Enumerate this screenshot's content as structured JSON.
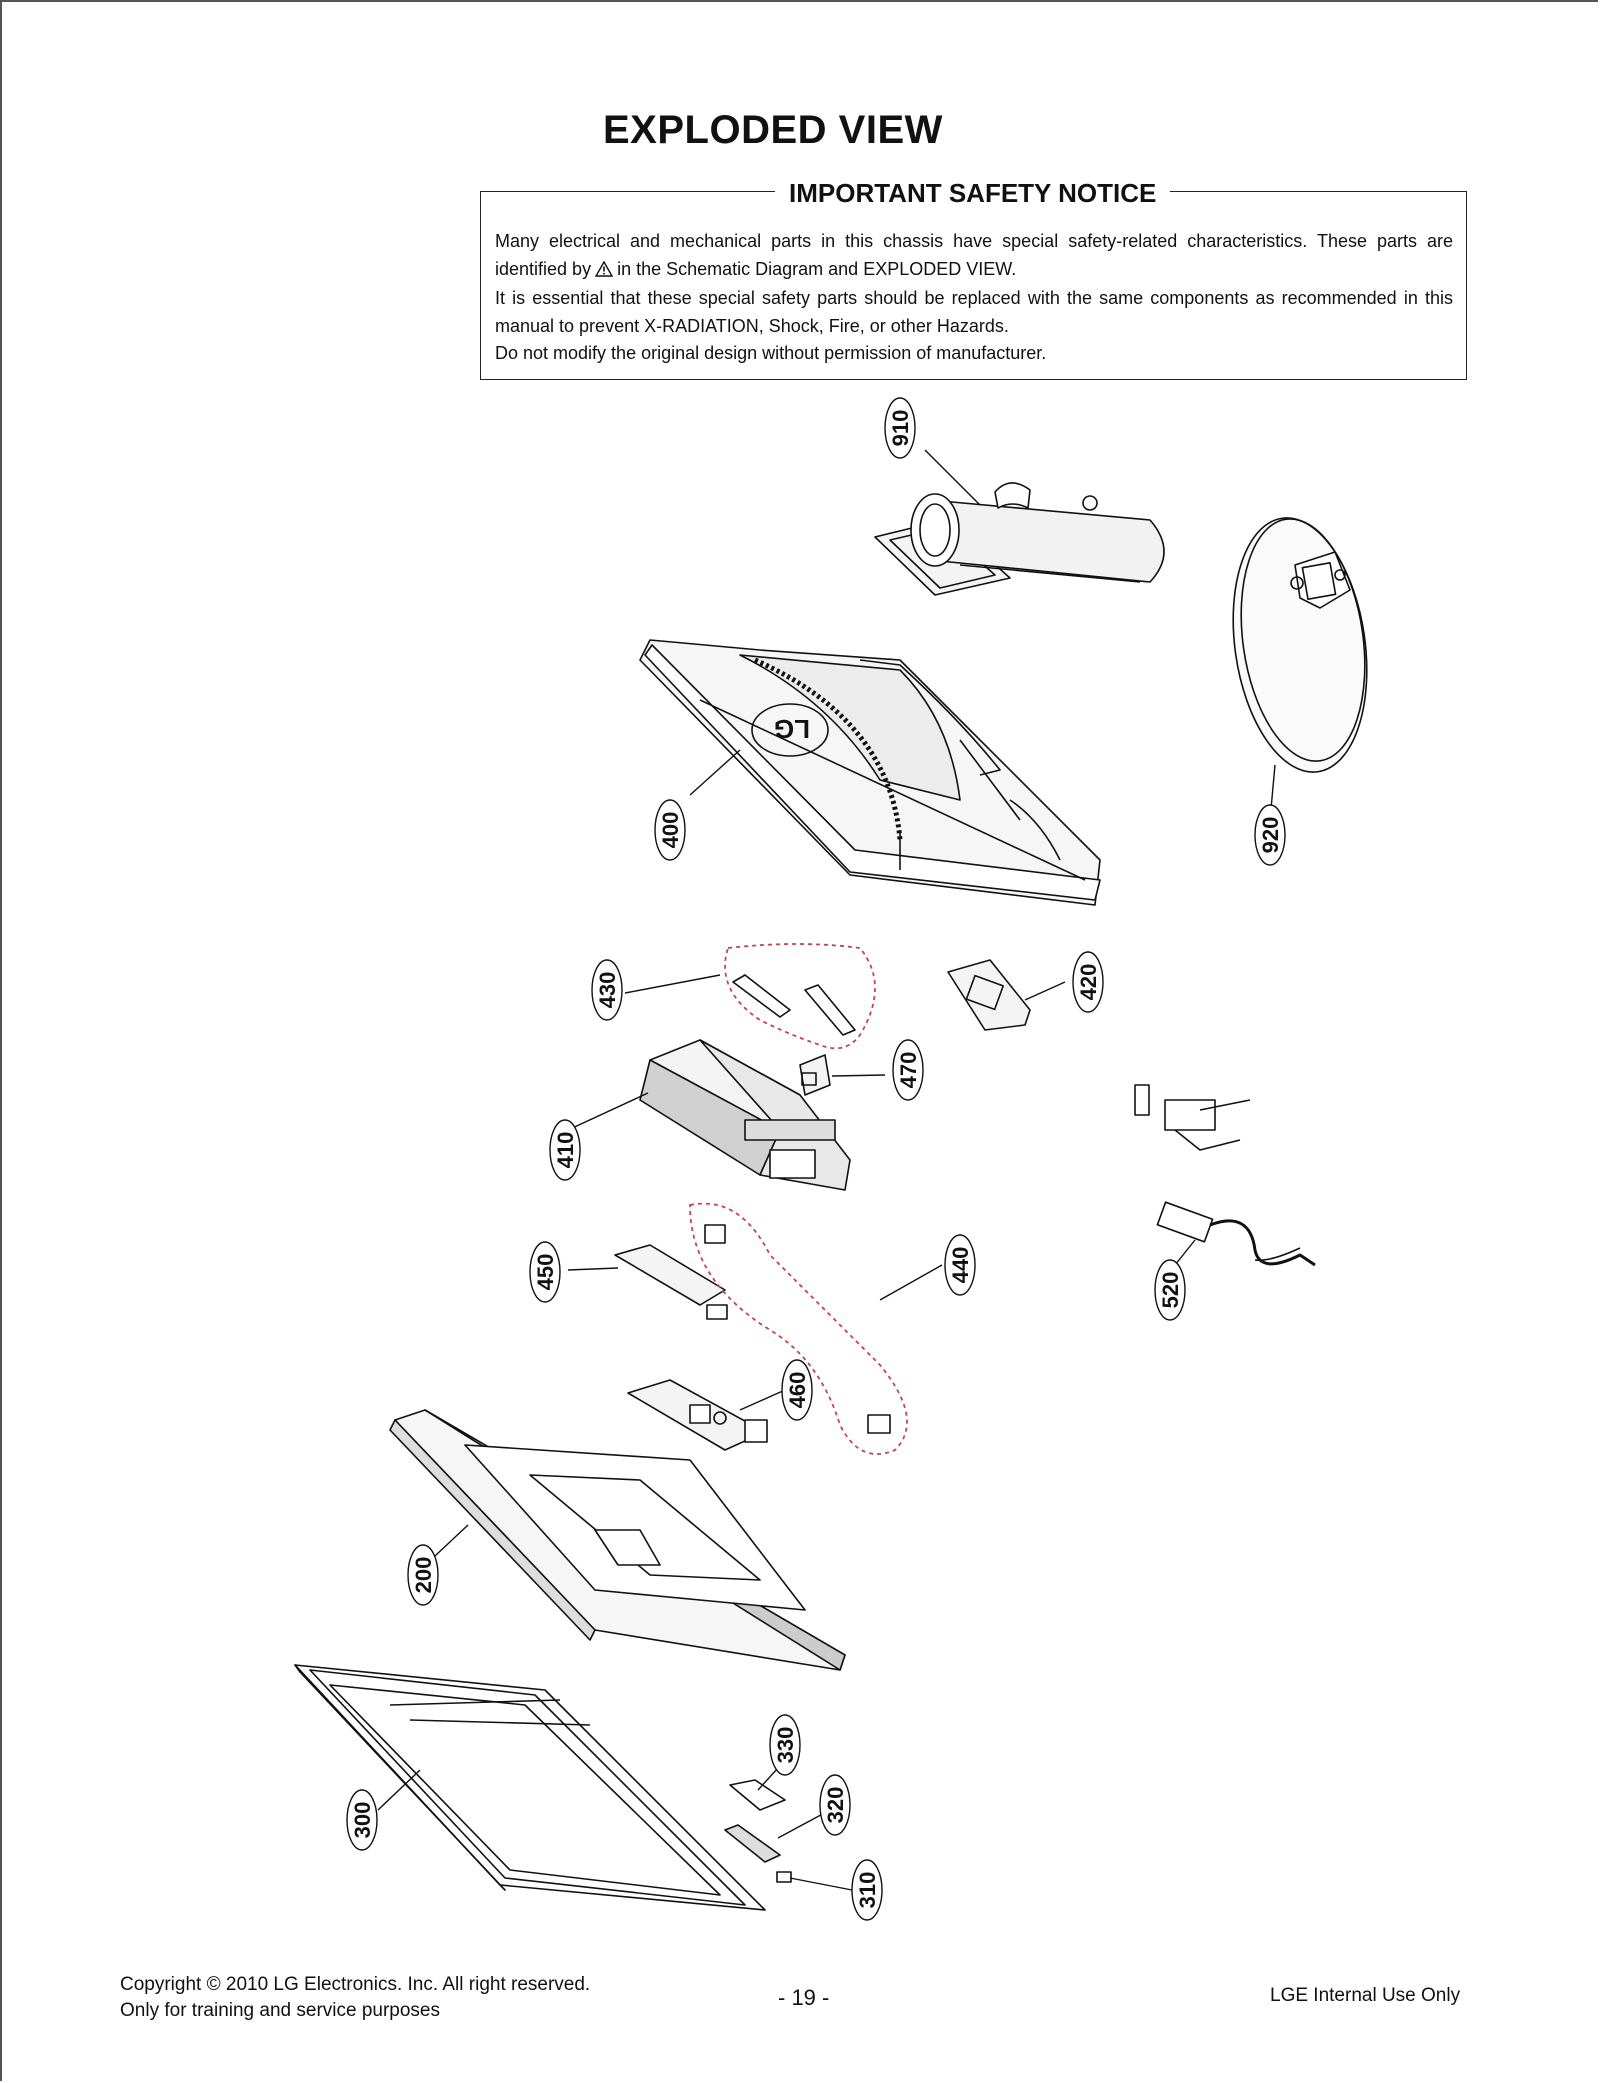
{
  "page": {
    "title": "EXPLODED VIEW"
  },
  "notice": {
    "heading": "IMPORTANT SAFETY NOTICE",
    "line1_a": "Many electrical and mechanical parts in this chassis have special safety-related characteristics. These parts are identified by",
    "line1_b": "in the Schematic Diagram and EXPLODED VIEW.",
    "line2": "It is essential that these special safety parts should be replaced with the same components as recommended in this manual to prevent X-RADIATION, Shock, Fire, or other Hazards.",
    "line3": "Do not modify the original design without permission of manufacturer."
  },
  "diagram": {
    "logo_text": "LG",
    "callouts": [
      {
        "id": "910",
        "label": "910"
      },
      {
        "id": "920",
        "label": "920"
      },
      {
        "id": "400",
        "label": "400"
      },
      {
        "id": "430",
        "label": "430"
      },
      {
        "id": "420",
        "label": "420"
      },
      {
        "id": "470",
        "label": "470"
      },
      {
        "id": "410",
        "label": "410"
      },
      {
        "id": "450",
        "label": "450"
      },
      {
        "id": "440",
        "label": "440"
      },
      {
        "id": "520",
        "label": "520"
      },
      {
        "id": "460",
        "label": "460"
      },
      {
        "id": "200",
        "label": "200"
      },
      {
        "id": "330",
        "label": "330"
      },
      {
        "id": "320",
        "label": "320"
      },
      {
        "id": "300",
        "label": "300"
      },
      {
        "id": "310",
        "label": "310"
      }
    ]
  },
  "footer": {
    "copyright": "Copyright © 2010 LG Electronics. Inc. All right reserved.",
    "purpose": "Only for training and service purposes",
    "page_number": "- 19 -",
    "internal": "LGE Internal Use Only"
  }
}
